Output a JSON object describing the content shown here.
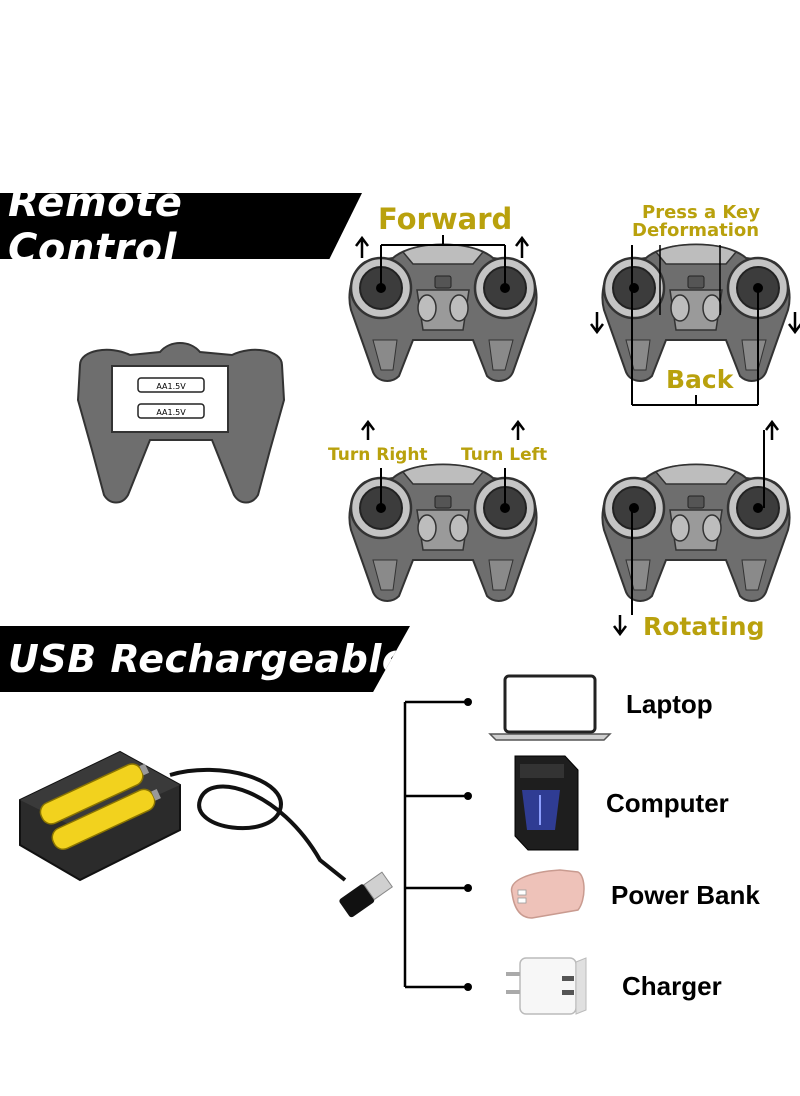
{
  "banners": {
    "remote": "Remote Control",
    "usb": "USB Rechargeable"
  },
  "battery": {
    "label_top": "AA1.5V",
    "label_bottom": "AA1.5V"
  },
  "controls": {
    "forward": "Forward",
    "press_key_1": "Press a Key",
    "press_key_2": "Deformation",
    "back": "Back",
    "turn_right": "Turn Right",
    "turn_left": "Turn Left",
    "rotating": "Rotating"
  },
  "devices": [
    {
      "label": "Laptop",
      "icon": "laptop-icon"
    },
    {
      "label": "Computer",
      "icon": "computer-tower-icon"
    },
    {
      "label": "Power Bank",
      "icon": "power-bank-icon"
    },
    {
      "label": "Charger",
      "icon": "wall-charger-icon"
    }
  ],
  "colors": {
    "accent": "#b9a10d",
    "banner": "#000000",
    "controller": "#6e6e6e",
    "cell": "#f2d21e"
  }
}
